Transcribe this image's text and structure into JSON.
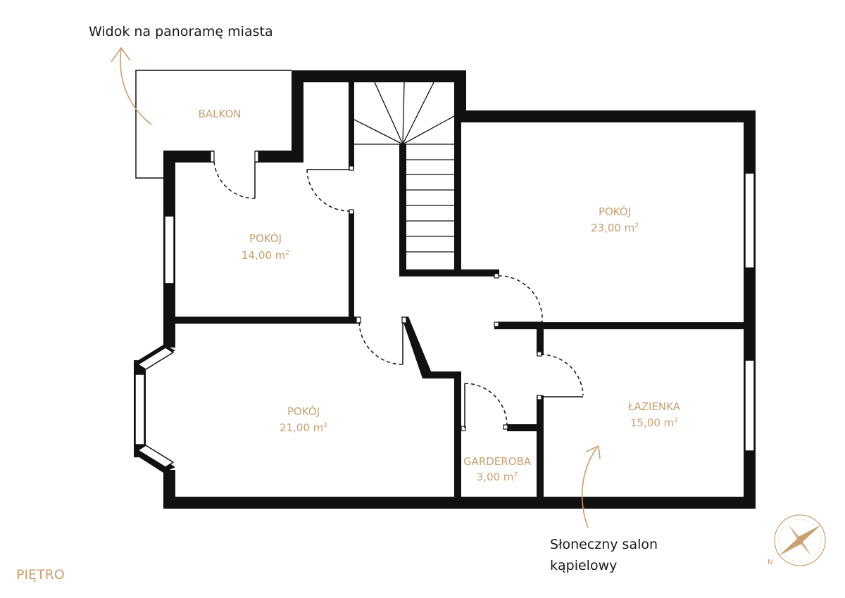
{
  "colors": {
    "accent": "#c9a070",
    "wall": "#111111",
    "text_dark": "#1a1a1a"
  },
  "annotations": {
    "top": "Widok na panoramę miasta",
    "bottom_line1": "Słoneczny salon",
    "bottom_line2": "kąpielowy",
    "floor": "PIĘTRO"
  },
  "rooms": {
    "balkon": {
      "name": "BALKON"
    },
    "pokoj_14": {
      "name": "POKÓJ",
      "area": "14,00 m",
      "unit_sup": "2"
    },
    "pokoj_23": {
      "name": "POKÓJ",
      "area": "23,00 m",
      "unit_sup": "2"
    },
    "pokoj_21": {
      "name": "POKÓJ",
      "area": "21,00 m",
      "unit_sup": "2"
    },
    "garderoba": {
      "name": "GARDEROBA",
      "area": "3,00 m",
      "unit_sup": "2"
    },
    "lazienka": {
      "name": "ŁAZIENKA",
      "area": "15,00 m",
      "unit_sup": "2"
    }
  },
  "compass": {
    "north_label": "N",
    "icon": "compass-rose-icon"
  }
}
